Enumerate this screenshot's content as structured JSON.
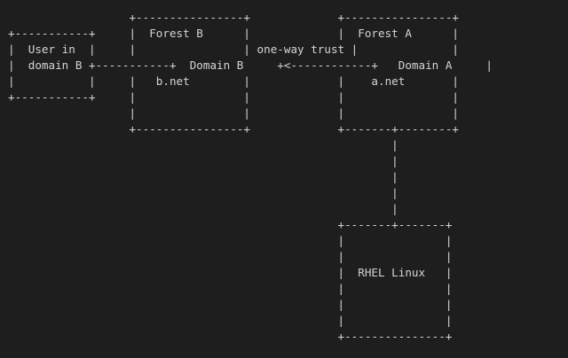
{
  "diagram": {
    "lines": [
      "                  +----------------+             +----------------+",
      "+-----------+     |  Forest B      |             |  Forest A      |",
      "|  User in  |     |                | one-way trust |              |",
      "|  domain B +-----------+  Domain B     +<------------+   Domain A     |",
      "|           |     |   b.net        |             |    a.net       |",
      "+-----------+     |                |             |                |",
      "                  |                |             |                |",
      "                  +----------------+             +-------+--------+",
      "                                                         |",
      "                                                         |",
      "                                                         |",
      "                                                         |",
      "                                                         |",
      "                                                 +-------+-------+",
      "                                                 |               |",
      "                                                 |               |",
      "                                                 |  RHEL Linux   |",
      "                                                 |               |",
      "                                                 |               |",
      "                                                 |               |",
      "                                                 +---------------+"
    ]
  }
}
